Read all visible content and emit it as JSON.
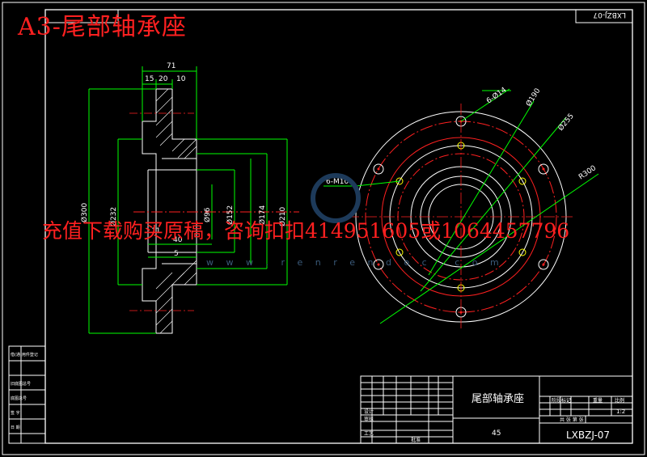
{
  "banner": {
    "title": "A3-尾部轴承座",
    "purchase_note": "充值下载购买原稿，咨询扣扣414951605或1064457796",
    "watermark": "w w w . r e n r e n d o c . c o m"
  },
  "drawing": {
    "frame_tag": "LXBZJ-07",
    "dimensions": {
      "width_71": "71",
      "d15": "15",
      "d20": "20",
      "d10": "10",
      "d40": "40",
      "d5": "5",
      "phi300": "Ø300",
      "phi232": "Ø232",
      "phi96": "Ø96",
      "phi152": "Ø152",
      "phi174": "Ø174",
      "phi210": "Ø210",
      "holes_6": "6-Ø14",
      "holes_m10": "6-M10",
      "phi190": "Ø190",
      "phi255": "Ø255",
      "r300": "R300"
    }
  },
  "title_block": {
    "part_name": "尾部轴承座",
    "material": "45",
    "drawing_no": "LXBZJ-07",
    "scale": "1:2",
    "stage_mark": "阶段标记",
    "weight": "重量",
    "scale_label": "比例",
    "sheet": "共 张 第 张",
    "design": "设计",
    "check": "审核",
    "craft": "工艺",
    "approve": "批准"
  },
  "left_strip": {
    "items": [
      "借(通)用件登记",
      "旧底图总号",
      "底图总号",
      "签 字",
      "日 期"
    ]
  },
  "colors": {
    "frame": "#ffffff",
    "red": "#ff2020",
    "green": "#00ff00",
    "yellow": "#ffff00",
    "dim": "#ffffff"
  }
}
